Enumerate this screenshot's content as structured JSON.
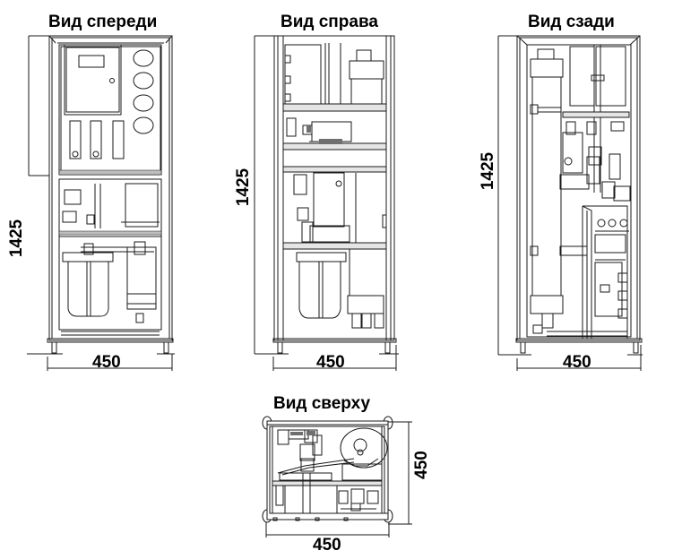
{
  "views": {
    "front": {
      "title": "Вид спереди",
      "width_dim": "450",
      "height_dim": "1425"
    },
    "right": {
      "title": "Вид справа",
      "width_dim": "450",
      "height_dim": "1425"
    },
    "back": {
      "title": "Вид сзади",
      "width_dim": "450",
      "height_dim": "1425"
    },
    "top": {
      "title": "Вид сверху",
      "width_dim": "450",
      "depth_dim": "450"
    }
  },
  "colors": {
    "line": "#1a1a1a",
    "frame_fill": "#ffffff",
    "shade": "#bdbdbd"
  }
}
